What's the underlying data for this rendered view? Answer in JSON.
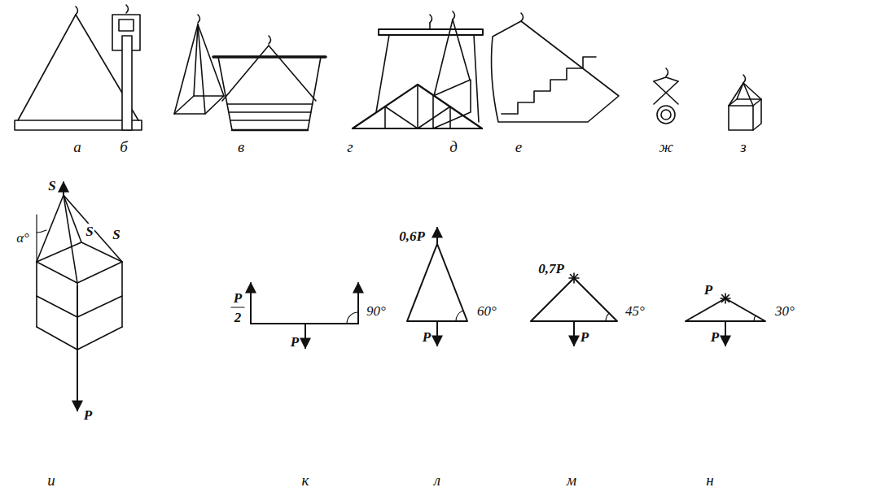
{
  "diagram": {
    "labels": [
      "а",
      "б",
      "в",
      "г",
      "д",
      "е",
      "ж",
      "з",
      "S",
      "α°",
      "S",
      "S",
      "P",
      "и",
      "P",
      "2",
      "90°",
      "P",
      "к",
      "0,6P",
      "60°",
      "P",
      "л",
      "0,7P",
      "45°",
      "P",
      "м",
      "P",
      "30°",
      "P",
      "н"
    ]
  }
}
